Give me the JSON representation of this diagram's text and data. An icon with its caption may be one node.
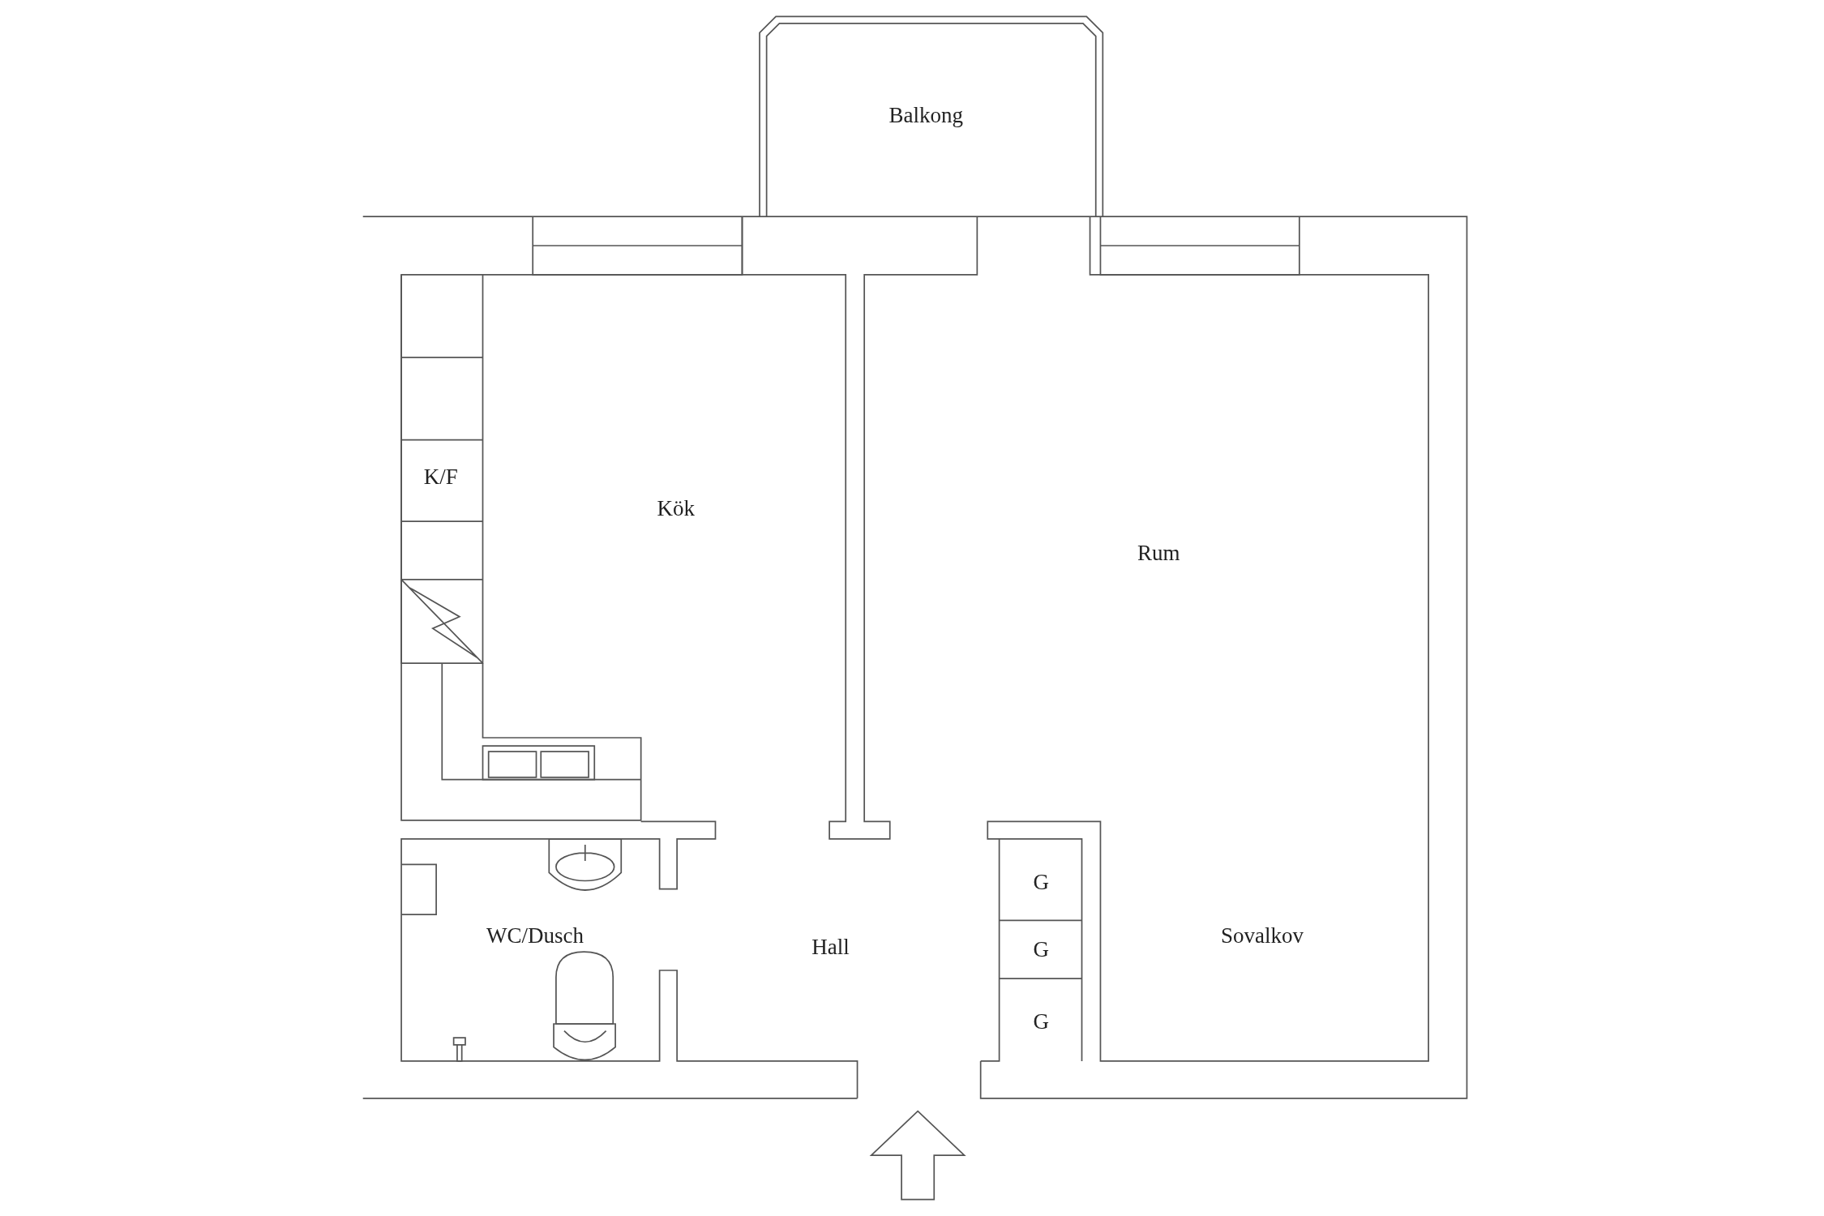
{
  "diagram": {
    "nodes": [
      {
        "text": [
          "Balkong"
        ]
      },
      {
        "text": [
          "Kök"
        ]
      },
      {
        "text": [
          "K/F"
        ]
      },
      {
        "text": [
          "Rum"
        ]
      },
      {
        "text": [
          "WC/Dusch"
        ]
      },
      {
        "text": [
          "Hall"
        ]
      },
      {
        "text": [
          "Sovalkov"
        ]
      },
      {
        "text": [
          "G"
        ]
      },
      {
        "text": [
          "G"
        ]
      },
      {
        "text": [
          "G"
        ]
      }
    ]
  }
}
